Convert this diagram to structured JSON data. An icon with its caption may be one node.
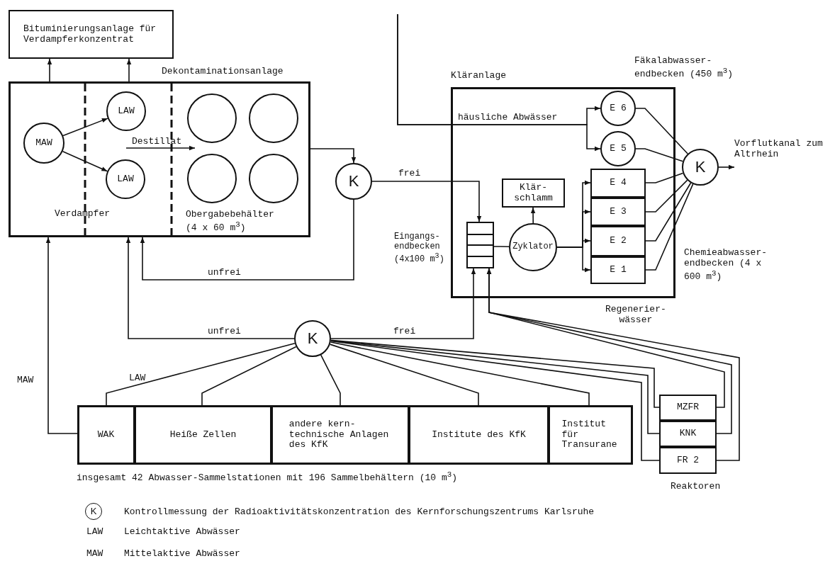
{
  "diagram": {
    "nodes": [
      {
        "text": [
          "Bituminierungsanlage für Verdampferkonzentrat"
        ]
      },
      {
        "text": [
          "Dekontaminationsanlage",
          "Verdampfer",
          "Obergabebehälter (4 x 60 m$^{3}$)"
        ]
      },
      {
        "text": [
          "MAW"
        ],
        "in": 1
      },
      {
        "text": [
          "LAW"
        ],
        "in": 1
      },
      {
        "text": [
          "LAW"
        ],
        "in": 1
      },
      {
        "text": [],
        "shape": "circle",
        "in": 1
      },
      {
        "text": [],
        "shape": "circle",
        "in": 1
      },
      {
        "text": [],
        "shape": "circle",
        "in": 1
      },
      {
        "text": [],
        "shape": "circle",
        "in": 1
      },
      {
        "text": [
          "K"
        ]
      },
      {
        "text": [
          "Kläranlage"
        ]
      },
      {
        "text": [
          "E 6"
        ],
        "in": 10
      },
      {
        "text": [
          "E 5"
        ],
        "in": 10
      },
      {
        "text": [
          "Eingangs- endbecken (4x100 m$^{3}$)"
        ],
        "in": 10
      },
      {
        "text": [
          "Klär- schlamm"
        ],
        "in": 10
      },
      {
        "text": [
          "Zyklator"
        ],
        "in": 10
      },
      {
        "text": [
          "E 4"
        ],
        "in": 10
      },
      {
        "text": [
          "E 3"
        ],
        "in": 10
      },
      {
        "text": [
          "E 2"
        ],
        "in": 10
      },
      {
        "text": [
          "E 1"
        ],
        "in": 10
      },
      {
        "text": [
          "K"
        ]
      },
      {
        "text": [
          "K"
        ]
      },
      {
        "text": [
          "insgesamt 42 Abwasser-Sammelstationen mit 196 Sammelbehältern (10 m$^{3}$)"
        ]
      },
      {
        "text": [
          "WAK"
        ],
        "in": 22
      },
      {
        "text": [
          "Heiße Zellen"
        ],
        "in": 22
      },
      {
        "text": [
          "andere kern- technische Anlagen des KfK"
        ],
        "in": 22
      },
      {
        "text": [
          "Institute des KfK"
        ],
        "in": 22
      },
      {
        "text": [
          "Institut für Transurane"
        ],
        "in": 22
      },
      {
        "text": [
          "Reaktoren"
        ]
      },
      {
        "text": [
          "MZFR"
        ],
        "in": 28
      },
      {
        "text": [
          "KNK"
        ],
        "in": 28
      },
      {
        "text": [
          "FR 2"
        ],
        "in": 28
      },
      {
        "text": [
          "Vorflutkanal zum Altrhein"
        ]
      }
    ],
    "edges": [
      {
        "from": 1,
        "to": 0,
        "arrow": "to"
      },
      {
        "from": 1,
        "to": 0,
        "arrow": "to"
      },
      {
        "from": 2,
        "to": 3,
        "arrow": "to"
      },
      {
        "from": 2,
        "to": 4,
        "arrow": "to"
      },
      {
        "from": 1,
        "to": 9,
        "arrow": "to"
      },
      {
        "from": 9,
        "to": 13,
        "arrow": "to",
        "label": "frei"
      },
      {
        "from": 9,
        "to": 1,
        "arrow": "to",
        "label": "unfrei"
      },
      {
        "from": null,
        "to": 11,
        "arrow": "to",
        "label": "häusliche Abwässer"
      },
      {
        "from": null,
        "to": 12,
        "arrow": "to"
      },
      {
        "from": 15,
        "to": 14,
        "arrow": "to"
      },
      {
        "from": 13,
        "to": 15,
        "arrow": "none"
      },
      {
        "from": 15,
        "to": 16,
        "arrow": "to"
      },
      {
        "from": 15,
        "to": 17,
        "arrow": "to"
      },
      {
        "from": 15,
        "to": 18,
        "arrow": "to"
      },
      {
        "from": 15,
        "to": 19,
        "arrow": "to"
      },
      {
        "from": 11,
        "to": 20,
        "arrow": "none"
      },
      {
        "from": 12,
        "to": 20,
        "arrow": "none"
      },
      {
        "from": 16,
        "to": 20,
        "arrow": "none"
      },
      {
        "from": 17,
        "to": 20,
        "arrow": "none"
      },
      {
        "from": 18,
        "to": 20,
        "arrow": "none"
      },
      {
        "from": 19,
        "to": 20,
        "arrow": "none"
      },
      {
        "from": 20,
        "to": 32,
        "arrow": "to"
      },
      {
        "from": 21,
        "to": 1,
        "arrow": "to",
        "label": "unfrei"
      },
      {
        "from": 21,
        "to": 13,
        "arrow": "to",
        "label": "frei"
      },
      {
        "from": 21,
        "to": 23,
        "arrow": "none"
      },
      {
        "from": 21,
        "to": 24,
        "arrow": "none"
      },
      {
        "from": 21,
        "to": 25,
        "arrow": "none"
      },
      {
        "from": 21,
        "to": 26,
        "arrow": "none"
      },
      {
        "from": 21,
        "to": 27,
        "arrow": "none"
      },
      {
        "from": 21,
        "to": 29,
        "arrow": "none"
      },
      {
        "from": 21,
        "to": 30,
        "arrow": "none"
      },
      {
        "from": 21,
        "to": 31,
        "arrow": "none"
      },
      {
        "from": 29,
        "to": 13,
        "arrow": "to"
      },
      {
        "from": 30,
        "to": 13,
        "arrow": "to"
      },
      {
        "from": 31,
        "to": 13,
        "arrow": "to"
      },
      {
        "from": 23,
        "to": 1,
        "arrow": "to",
        "label": "MAW"
      }
    ],
    "labels": [
      "Destillat",
      "Fäkalabwasser- endbecken (450 m$^{3}$)",
      "Chemieabwasser- endbecken (4 x 600 m$^{3}$)",
      "LAW",
      "Regenerier- wässer",
      "K",
      "Kontrollmessung der Radioaktivitätskonzentration des Kernforschungszentrums Karlsruhe",
      "LAW",
      "Leichtaktive Abwässer",
      "MAW",
      "Mittelaktive Abwässer"
    ]
  }
}
